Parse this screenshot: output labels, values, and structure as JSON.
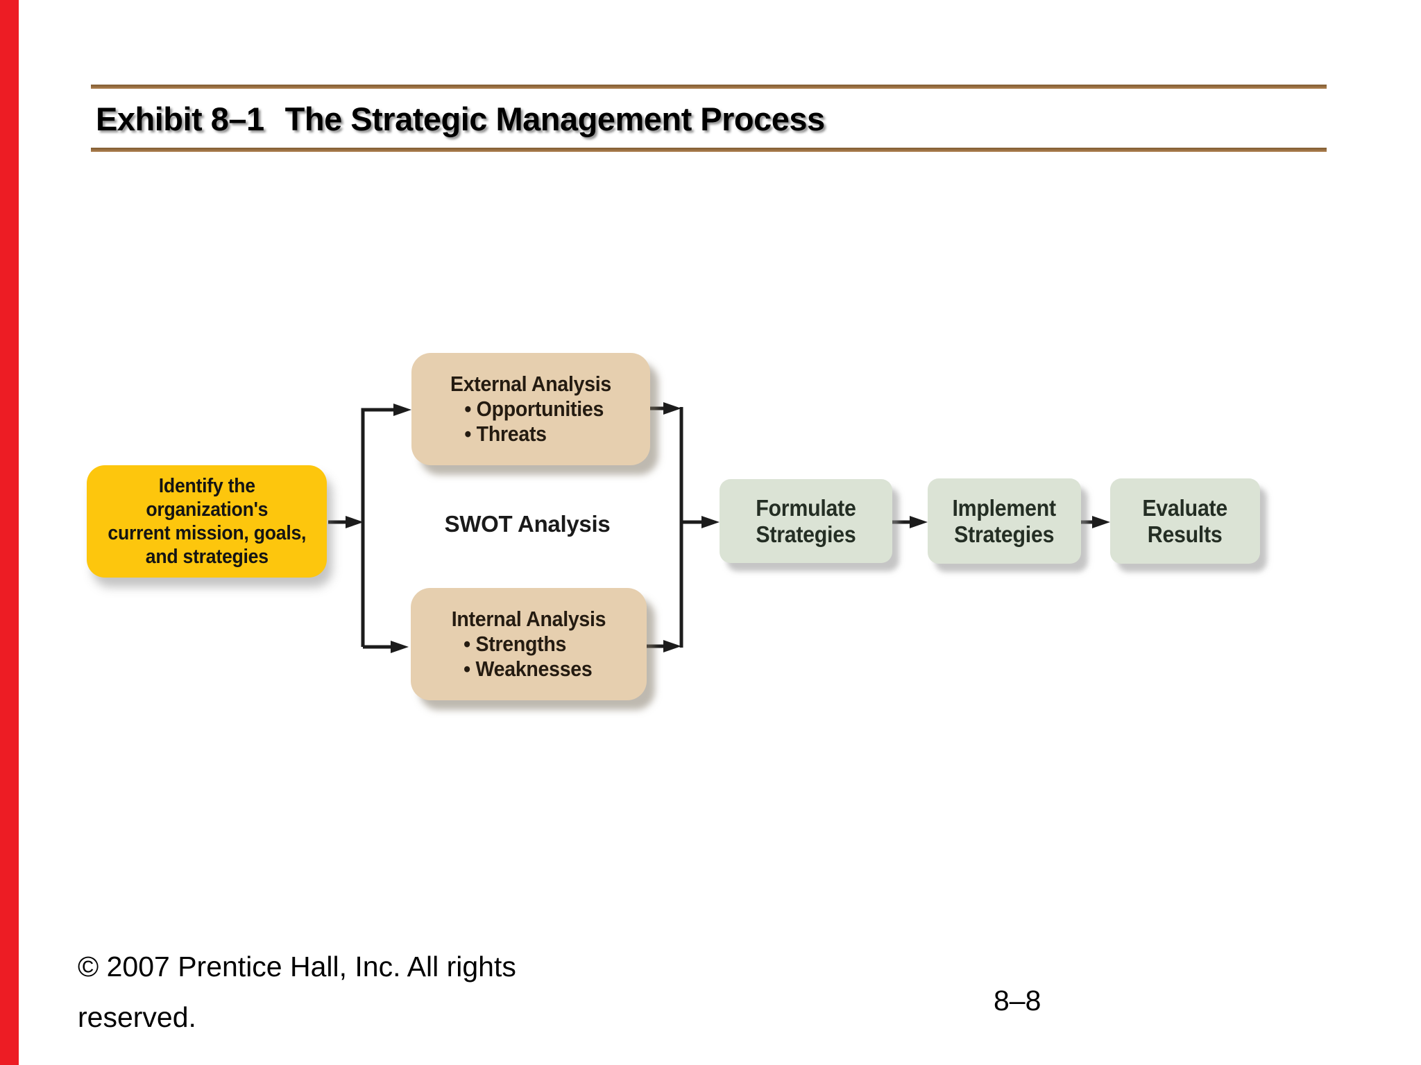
{
  "slide": {
    "background_color": "#ffffff",
    "left_strip_color": "#ed1c24"
  },
  "header": {
    "exhibit_label": "Exhibit 8–1",
    "title": "The Strategic Management Process",
    "rule_color": "#a97a44"
  },
  "diagram": {
    "identify_box": {
      "lines": [
        "Identify the",
        "organization's",
        "current mission, goals,",
        "and strategies"
      ],
      "fill": "#fdc60d"
    },
    "external_box": {
      "heading": "External Analysis",
      "bullets": [
        "• Opportunities",
        "• Threats"
      ],
      "fill": "#e6cfaf"
    },
    "internal_box": {
      "heading": "Internal Analysis",
      "bullets": [
        "• Strengths",
        "• Weaknesses"
      ],
      "fill": "#e6cfaf"
    },
    "swot_label": "SWOT Analysis",
    "formulate_box": {
      "lines": [
        "Formulate",
        "Strategies"
      ],
      "fill": "#dbe3d5"
    },
    "implement_box": {
      "lines": [
        "Implement",
        "Strategies"
      ],
      "fill": "#dbe3d5"
    },
    "evaluate_box": {
      "lines": [
        "Evaluate",
        "Results"
      ],
      "fill": "#dbe3d5"
    },
    "arrow_color": "#1c1c1c"
  },
  "footer": {
    "copyright_line1": "© 2007 Prentice Hall, Inc. All rights",
    "copyright_line2": "reserved.",
    "page_number": "8–8"
  }
}
